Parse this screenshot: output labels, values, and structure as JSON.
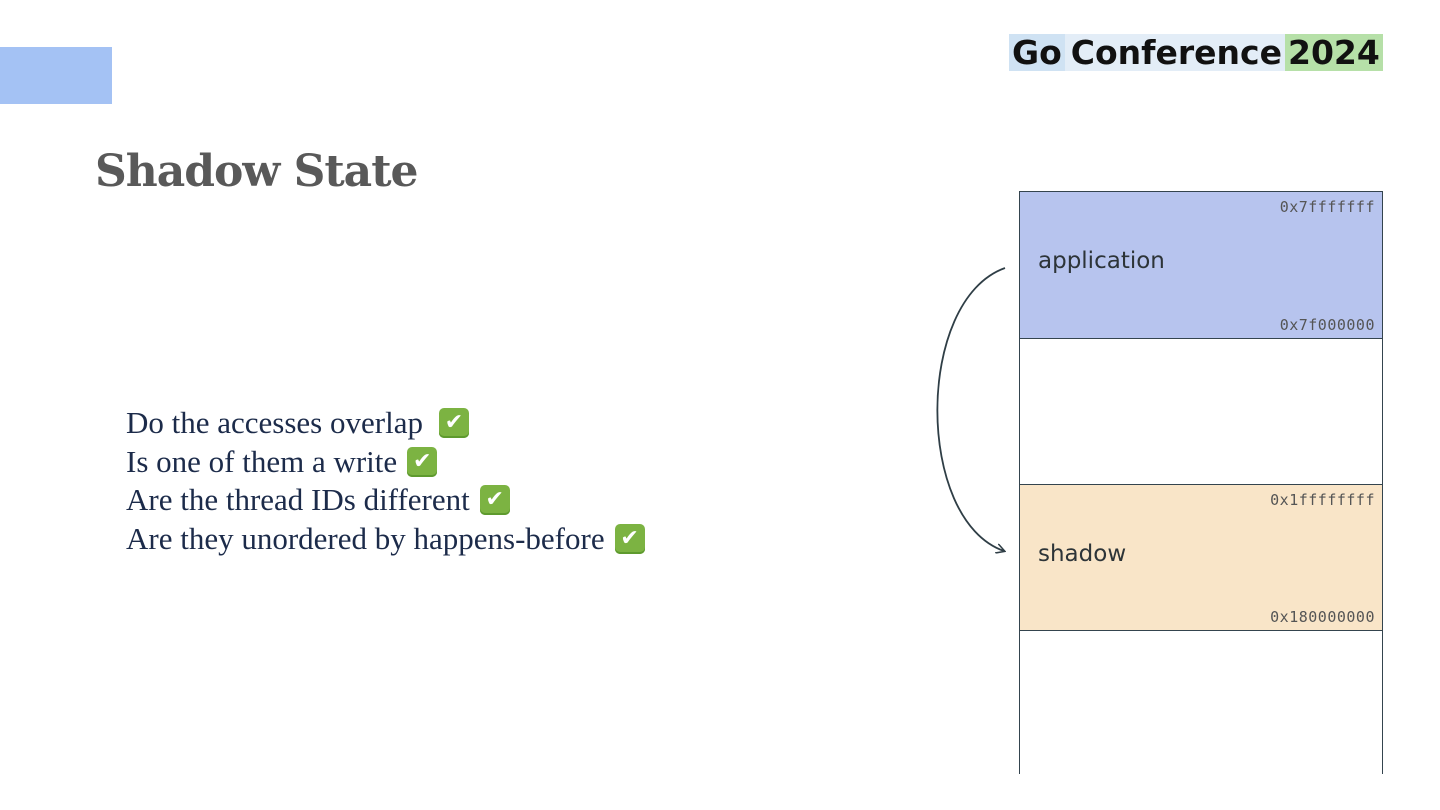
{
  "logo": {
    "word1": "Go",
    "word2": "Conference",
    "word3": "2024"
  },
  "title": "Shadow State",
  "checklist": [
    {
      "text": "Do the accesses overlap",
      "check": "✔"
    },
    {
      "text": "Is one of them a write",
      "check": "✔"
    },
    {
      "text": "Are the thread IDs different",
      "check": "✔"
    },
    {
      "text": "Are they unordered by happens-before",
      "check": "✔"
    }
  ],
  "memory_map": {
    "application": {
      "label": "application",
      "addr_high": "0x7fffffff",
      "addr_low": "0x7f000000",
      "color": "#b7c4ee"
    },
    "shadow": {
      "label": "shadow",
      "addr_high": "0x1ffffffff",
      "addr_low": "0x180000000",
      "color": "#f9e5c8"
    }
  },
  "colors": {
    "accent": "#a4c2f4",
    "title": "#595959",
    "text": "#1c2b4a",
    "check": "#7cb342"
  }
}
